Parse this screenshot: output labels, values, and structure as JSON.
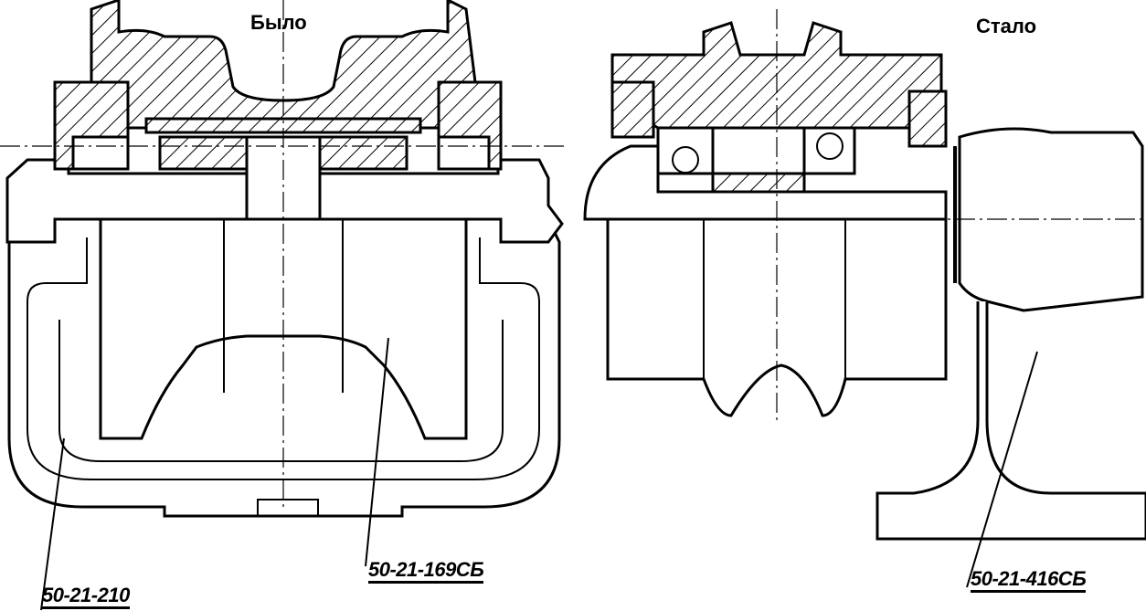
{
  "titles": {
    "before": "Было",
    "after": "Стало"
  },
  "parts": {
    "bracket_old": "50-21-210",
    "roller_old": "50-21-169СБ",
    "roller_new": "50-21-416СБ"
  }
}
